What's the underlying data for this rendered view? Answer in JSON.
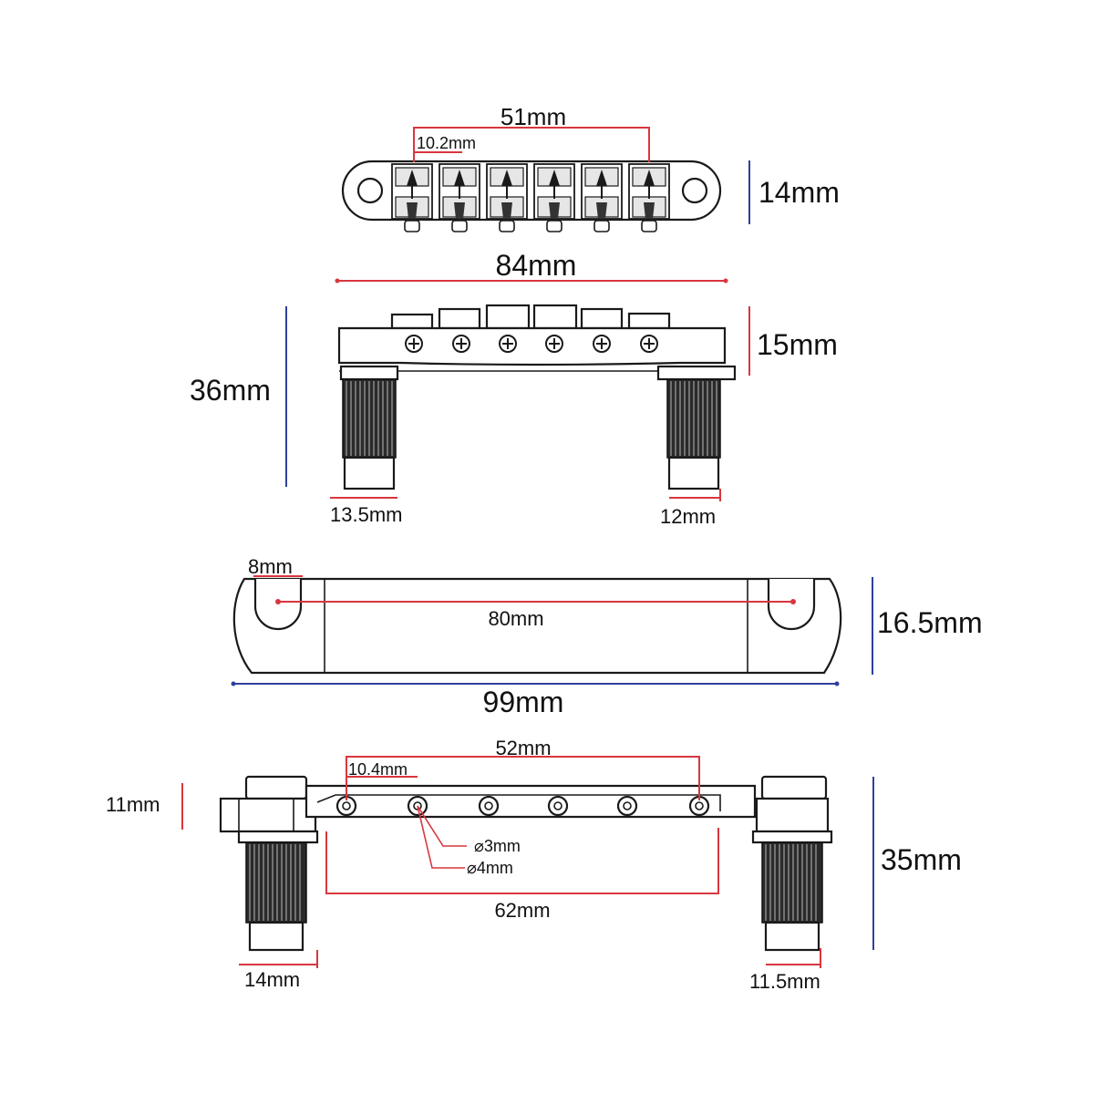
{
  "colors": {
    "red": "#d9363e",
    "blue": "#2f3f9e",
    "outline": "#1a1a1a"
  },
  "labels": {
    "top_view": {
      "saddle_span": "51mm",
      "saddle_pitch": "10.2mm",
      "depth": "14mm"
    },
    "front_view": {
      "length": "84mm",
      "body_height": "15mm",
      "total_height": "36mm",
      "left_post": "13.5mm",
      "right_post": "12mm"
    },
    "tailpiece": {
      "slot": "8mm",
      "hole_spacing": "80mm",
      "height": "16.5mm",
      "length": "99mm"
    },
    "rear_view": {
      "hole_span": "52mm",
      "hole_pitch": "10.4mm",
      "height": "11mm",
      "small_hole": "⌀3mm",
      "large_hole": "⌀4mm",
      "post_spacing": "62mm",
      "total_height": "35mm",
      "left_post": "14mm",
      "right_post": "11.5mm"
    }
  }
}
